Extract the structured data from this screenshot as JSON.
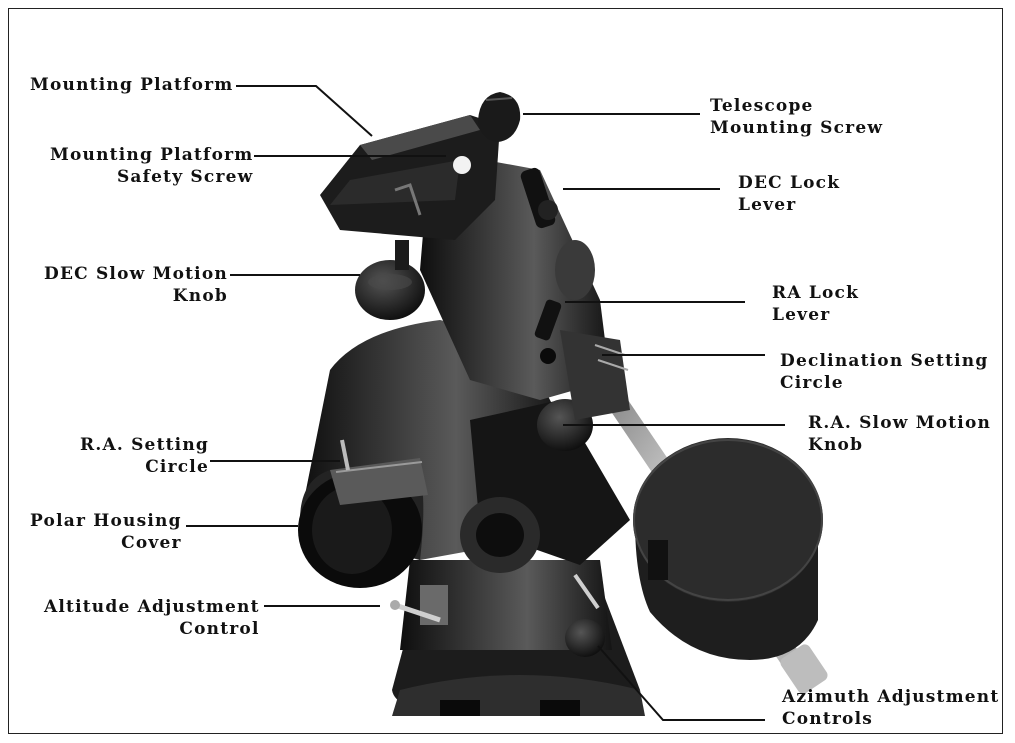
{
  "labels": {
    "mounting_platform": "Mounting Platform",
    "platform_safety_screw_1": "Mounting Platform",
    "platform_safety_screw_2": "Safety Screw",
    "dec_slow_motion_1": "DEC Slow Motion",
    "dec_slow_motion_2": "Knob",
    "ra_setting_circle_1": "R.A. Setting",
    "ra_setting_circle_2": "Circle",
    "polar_housing_1": "Polar Housing",
    "polar_housing_2": "Cover",
    "altitude_adjust_1": "Altitude Adjustment",
    "altitude_adjust_2": "Control",
    "telescope_screw_1": "Telescope",
    "telescope_screw_2": "Mounting Screw",
    "dec_lock_1": "DEC Lock",
    "dec_lock_2": "Lever",
    "ra_lock_1": "RA Lock",
    "ra_lock_2": "Lever",
    "decl_circle_1": "Declination Setting",
    "decl_circle_2": "Circle",
    "ra_slow_motion_1": "R.A. Slow Motion",
    "ra_slow_motion_2": "Knob",
    "azimuth_1": "Azimuth Adjustment",
    "azimuth_2": "Controls"
  },
  "colors": {
    "ink": "#111111",
    "mount_dark": "#1a1a1a",
    "mount_mid": "#2c2c2c",
    "mount_light": "#4a4a4a",
    "metal": "#cfcfcf"
  }
}
